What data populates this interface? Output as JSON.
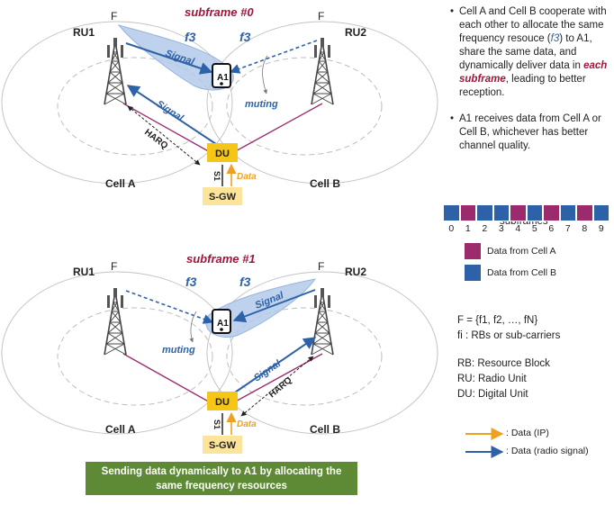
{
  "colors": {
    "cell_a": "#9C2B6E",
    "cell_b": "#2E62A8",
    "data_arrow": "#F0A020",
    "signal_arrow": "#2E62A8",
    "accent_title": "#A0163A",
    "du_fill": "#F5C518",
    "sgw_fill": "#FCE49A",
    "banner": "#5E8A35",
    "beam": "#B3C9EA"
  },
  "top_panel": {
    "subframe_title": "subframe #0",
    "ru1_label": "RU1",
    "ru2_label": "RU2",
    "tower_left_f": "F",
    "tower_right_f": "F",
    "f3_left": "f3",
    "f3_right": "f3",
    "signal_upper": "Signal",
    "signal_lower": "Signal",
    "ue_label": "A1",
    "muting_label": "muting",
    "harq_label": "HARQ",
    "du_label": "DU",
    "sgw_label": "S-GW",
    "s1_label": "S1",
    "data_label": "Data",
    "cell_a_label": "Cell A",
    "cell_b_label": "Cell B"
  },
  "bottom_panel": {
    "subframe_title": "subframe #1",
    "ru1_label": "RU1",
    "ru2_label": "RU2",
    "tower_left_f": "F",
    "tower_right_f": "F",
    "f3_left": "f3",
    "f3_right": "f3",
    "signal_upper": "Signal",
    "signal_lower": "Signal",
    "ue_label": "A1",
    "muting_label": "muting",
    "harq_label": "HARQ",
    "du_label": "DU",
    "sgw_label": "S-GW",
    "s1_label": "S1",
    "data_label": "Data",
    "cell_a_label": "Cell A",
    "cell_b_label": "Cell B"
  },
  "notes": {
    "bullet1_part1": "Cell A and Cell B cooperate with each other to allocate the same frequency resouce (",
    "bullet1_f3": "f3",
    "bullet1_part2": ") to A1, share the same data, and dynamically deliver data in ",
    "bullet1_em": "each subframe",
    "bullet1_part3": ", leading to better reception.",
    "bullet2": "A1 receives data from Cell A or Cell B, whichever has better channel quality."
  },
  "subframes": {
    "title": "subframes",
    "numbers": [
      "0",
      "1",
      "2",
      "3",
      "4",
      "5",
      "6",
      "7",
      "8",
      "9"
    ],
    "sources": [
      "B",
      "A",
      "B",
      "B",
      "A",
      "B",
      "A",
      "B",
      "A",
      "B"
    ],
    "legend_a": "Data from Cell A",
    "legend_b": "Data from Cell B"
  },
  "definitions": {
    "f_set": "F = {f1, f2, …, fN}",
    "fi_def": "fi : RBs or sub-carriers",
    "rb": "RB: Resource Block",
    "ru": "RU: Radio Unit",
    "du": "DU: Digital Unit"
  },
  "arrow_legend": {
    "data_ip": ": Data (IP)",
    "data_radio": ": Data (radio signal)"
  },
  "banner": {
    "line1": "Sending data dynamically to A1 by allocating the",
    "line2": "same frequency resources"
  }
}
